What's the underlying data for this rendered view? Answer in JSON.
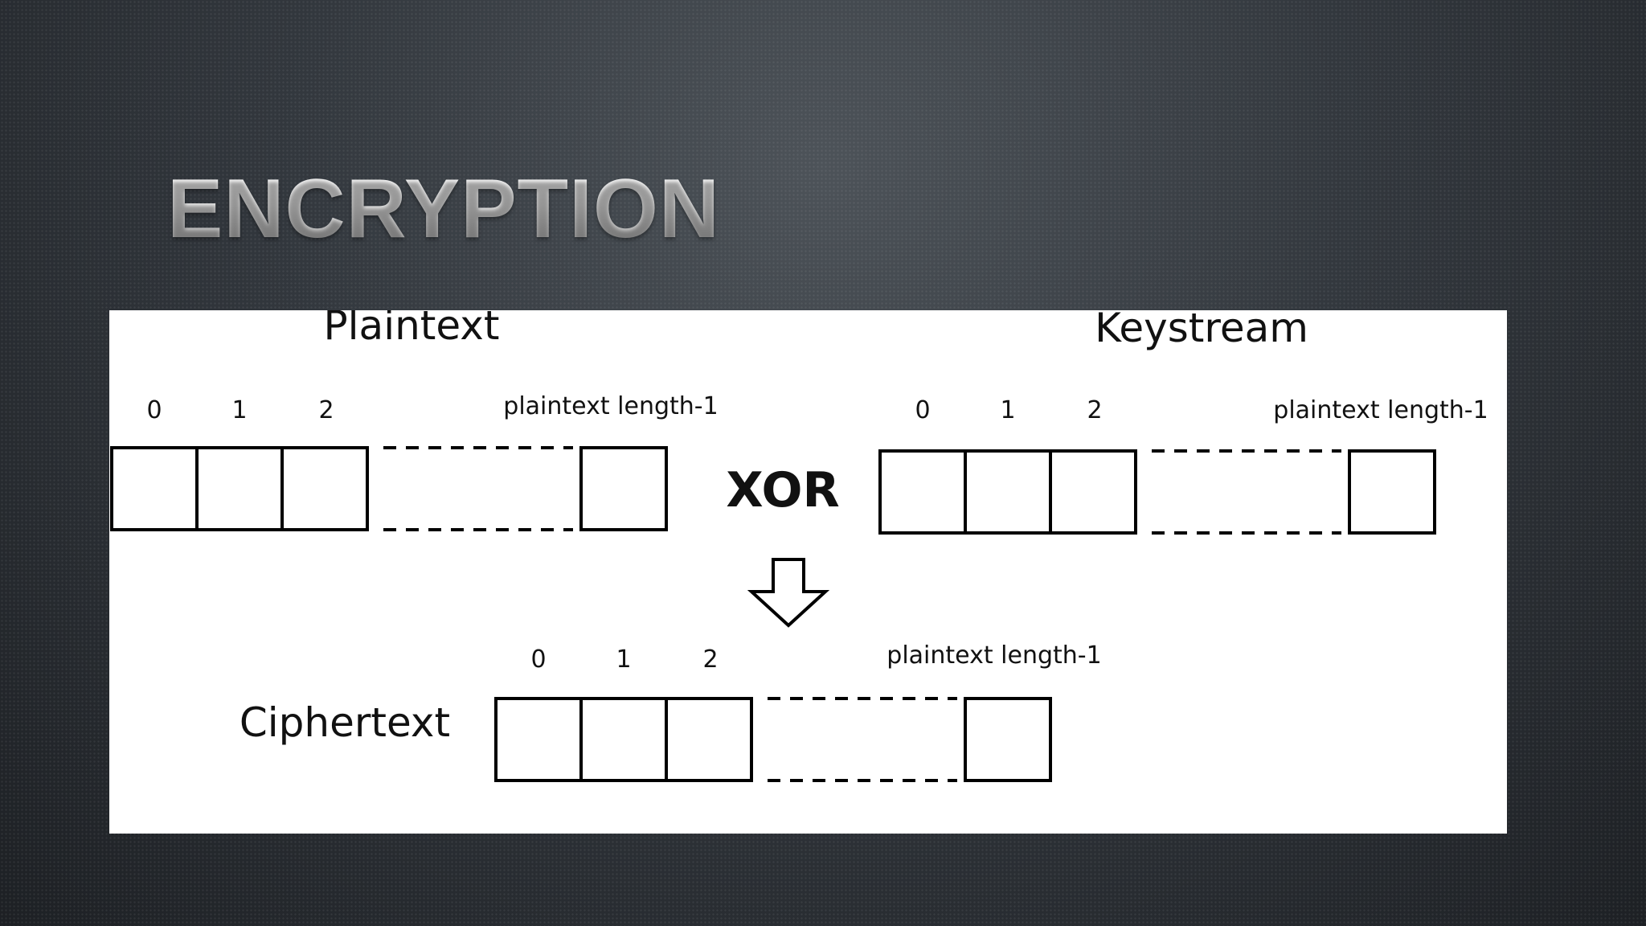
{
  "slide": {
    "title": "ENCRYPTION"
  },
  "diagram": {
    "plaintext": {
      "label": "Plaintext",
      "indices": [
        "0",
        "1",
        "2"
      ],
      "last_index": "plaintext length-1"
    },
    "operator": "XOR",
    "keystream": {
      "label": "Keystream",
      "indices": [
        "0",
        "1",
        "2"
      ],
      "last_index": "plaintext length-1"
    },
    "ciphertext": {
      "label": "Ciphertext",
      "indices": [
        "0",
        "1",
        "2"
      ],
      "last_index": "plaintext length-1"
    },
    "arrow_icon": "down-arrow-icon"
  }
}
